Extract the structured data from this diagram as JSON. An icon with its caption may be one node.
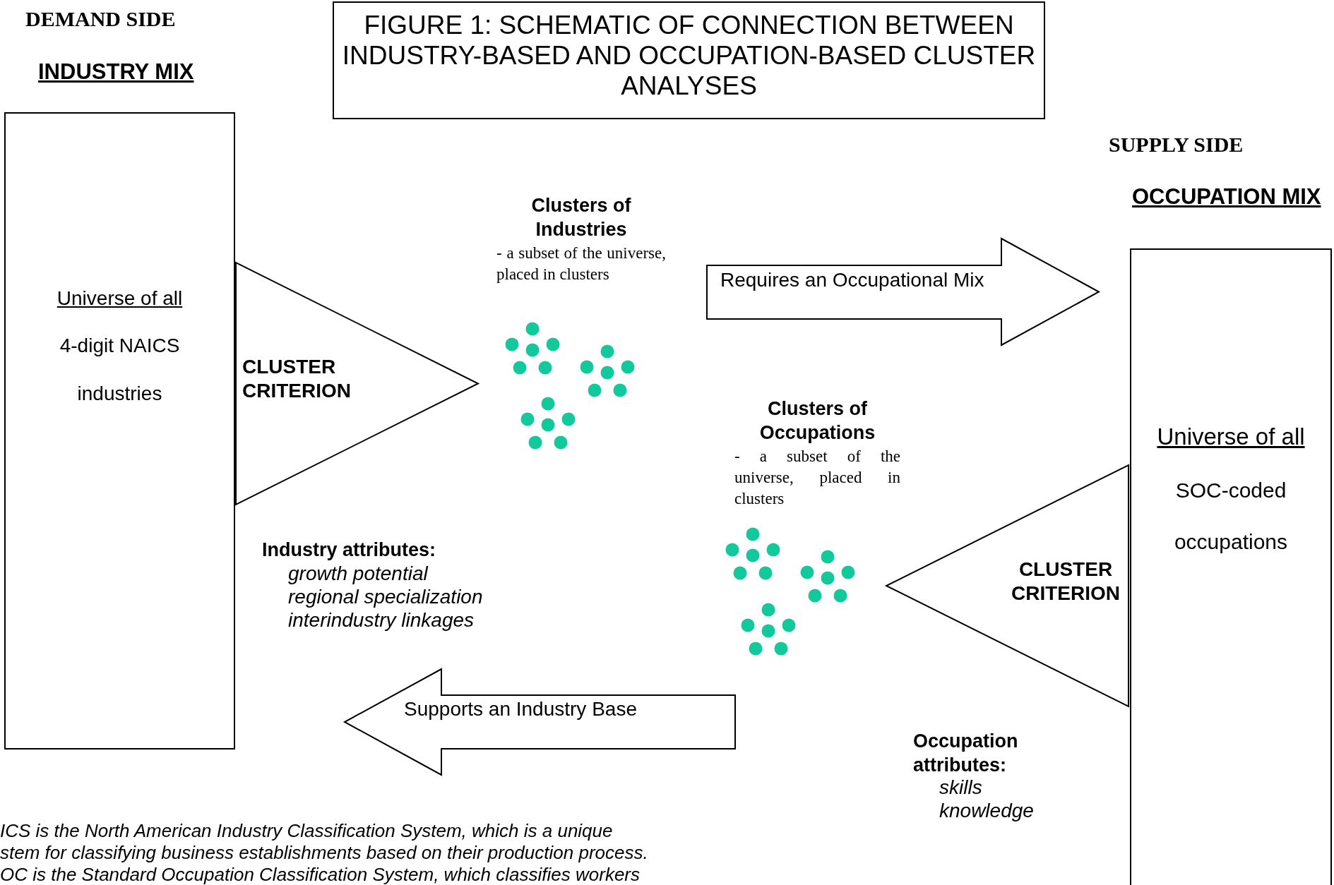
{
  "diagram": {
    "nodes": [
      {
        "text": [
          "FIGURE 1:  SCHEMATIC OF CONNECTION BETWEEN INDUSTRY-BASED AND OCCUPATION-BASED CLUSTER ANALYSES"
        ]
      },
      {
        "text": [
          "Universe of all",
          "4-digit NAICS",
          "industries"
        ]
      },
      {
        "text": [
          "CLUSTER CRITERION"
        ]
      },
      {
        "text": [
          "Clusters of Industries",
          "- a subset of the universe, placed in clusters"
        ]
      },
      {
        "text": [
          "Requires an Occupational Mix"
        ]
      },
      {
        "text": [
          "Universe of all",
          "SOC-coded",
          "occupations"
        ]
      },
      {
        "text": [
          "CLUSTER CRITERION"
        ]
      },
      {
        "text": [
          "Clusters of Occupations",
          "- a subset of the universe, placed in clusters"
        ]
      },
      {
        "text": [
          "Supports an Industry Base"
        ]
      }
    ],
    "edges": [],
    "labels": [
      "DEMAND SIDE",
      "INDUSTRY MIX",
      "SUPPLY SIDE",
      "OCCUPATION MIX",
      "Industry attributes:",
      "growth potential",
      "regional specialization",
      "interindustry linkages",
      "Occupation attributes:",
      "skills",
      "knowledge",
      "ICS is the North American Industry Classification System, which is a unique",
      "stem for classifying business establishments based on their production process.",
      "OC is the Standard Occupation Classification System, which classifies workers"
    ]
  }
}
